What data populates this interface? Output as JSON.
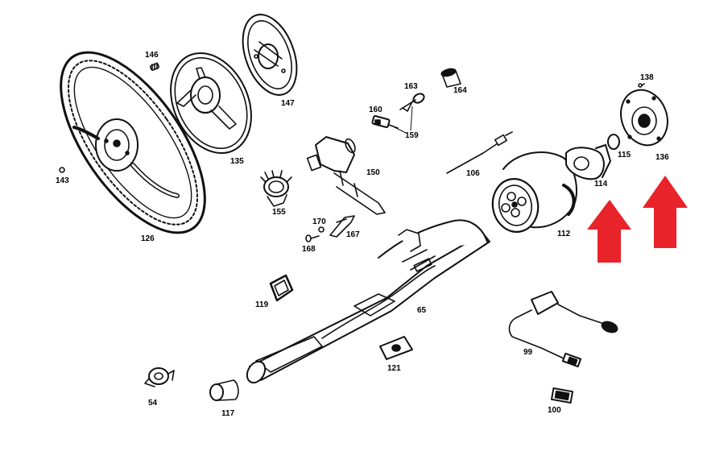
{
  "diagram": {
    "parts": [
      {
        "id": "p146",
        "label": "146",
        "name": "spring-pin"
      },
      {
        "id": "p147",
        "label": "147",
        "name": "horn-plate"
      },
      {
        "id": "p143",
        "label": "143",
        "name": "small-screw"
      },
      {
        "id": "p135",
        "label": "135",
        "name": "horn-ring"
      },
      {
        "id": "p126",
        "label": "126",
        "name": "steering-wheel"
      },
      {
        "id": "p164",
        "label": "164",
        "name": "bushing"
      },
      {
        "id": "p163",
        "label": "163",
        "name": "key"
      },
      {
        "id": "p160",
        "label": "160",
        "name": "lock-cylinder"
      },
      {
        "id": "p159",
        "label": "159",
        "name": "lock-cylinder-key-group"
      },
      {
        "id": "p138",
        "label": "138",
        "name": "screw"
      },
      {
        "id": "p136",
        "label": "136",
        "name": "cover-plate"
      },
      {
        "id": "p115",
        "label": "115",
        "name": "ring"
      },
      {
        "id": "p114",
        "label": "114",
        "name": "contact-plate"
      },
      {
        "id": "p106",
        "label": "106",
        "name": "wire-lead"
      },
      {
        "id": "p150",
        "label": "150",
        "name": "ignition-switch-housing"
      },
      {
        "id": "p155",
        "label": "155",
        "name": "ignition-switch"
      },
      {
        "id": "p170",
        "label": "170",
        "name": "washer"
      },
      {
        "id": "p167",
        "label": "167",
        "name": "bracket"
      },
      {
        "id": "p168",
        "label": "168",
        "name": "bolt"
      },
      {
        "id": "p112",
        "label": "112",
        "name": "column-shroud"
      },
      {
        "id": "p119",
        "label": "119",
        "name": "trim-frame"
      },
      {
        "id": "p65",
        "label": "65",
        "name": "steering-column-jacket"
      },
      {
        "id": "p99",
        "label": "99",
        "name": "switch-wiring"
      },
      {
        "id": "p121",
        "label": "121",
        "name": "rubber-grommet"
      },
      {
        "id": "p54",
        "label": "54",
        "name": "clamp"
      },
      {
        "id": "p117",
        "label": "117",
        "name": "sleeve"
      },
      {
        "id": "p100",
        "label": "100",
        "name": "connector"
      }
    ],
    "highlight_color": "#e8232a",
    "line_color": "#111111",
    "arrows": [
      "arrow-pointing-to-114",
      "arrow-pointing-to-136"
    ]
  }
}
